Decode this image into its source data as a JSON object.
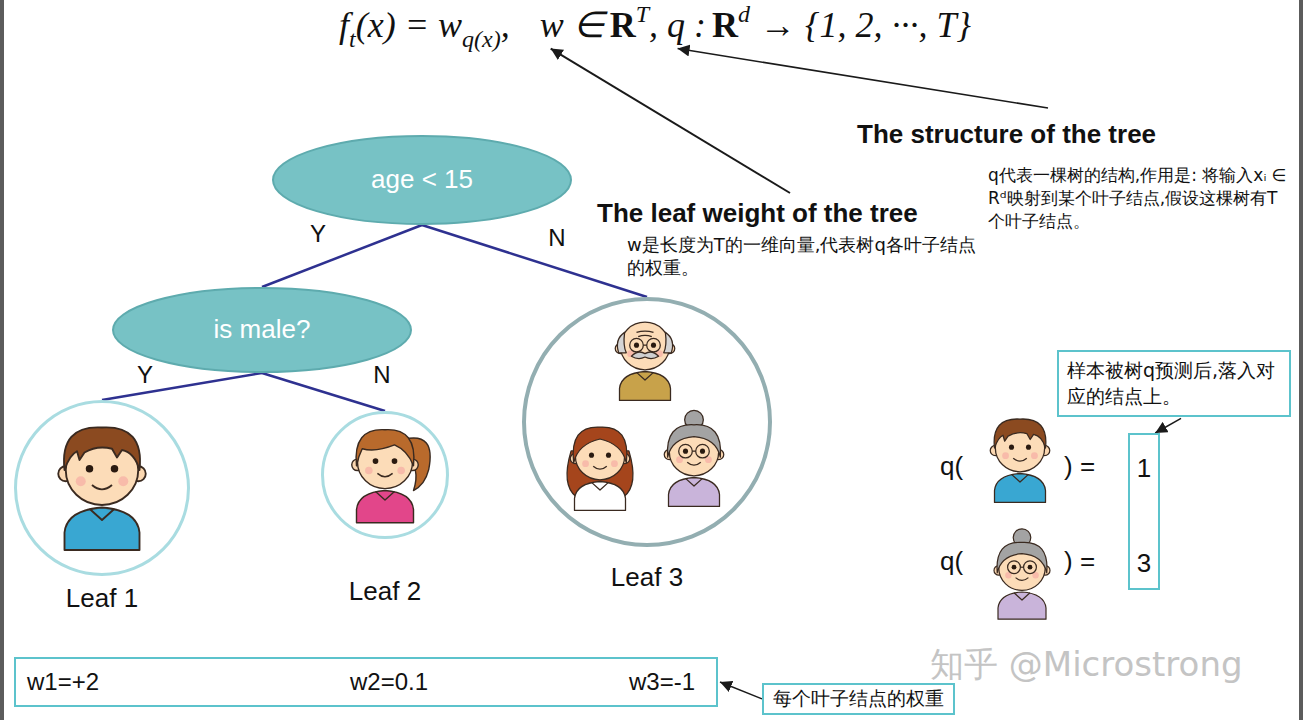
{
  "diagram": {
    "nodes": [
      {
        "text": [
          "age < 15"
        ]
      },
      {
        "text": [
          "is male?"
        ]
      },
      {
        "text": [
          "Leaf 1"
        ]
      },
      {
        "text": [
          "Leaf 2"
        ]
      },
      {
        "text": [
          "Leaf 3"
        ]
      },
      {
        "text": [
          "w1=+2",
          "w2=0.1",
          "w3=-1"
        ]
      },
      {
        "text": [
          "每个叶子结点的权重"
        ]
      },
      {
        "text": [
          "样本被树q预测后,落入对应的结点上。"
        ]
      },
      {
        "text": [
          "1",
          "3"
        ]
      }
    ],
    "edges": [
      {
        "from": 0,
        "to": 1,
        "arrow": "none",
        "label": "Y"
      },
      {
        "from": 0,
        "to": 4,
        "arrow": "none",
        "label": "N"
      },
      {
        "from": 1,
        "to": 2,
        "arrow": "none",
        "label": "Y"
      },
      {
        "from": 1,
        "to": 3,
        "arrow": "none",
        "label": "N"
      },
      {
        "from": 6,
        "to": 5,
        "arrow": "to"
      },
      {
        "from": 7,
        "to": 8,
        "arrow": "to"
      }
    ],
    "labels": [
      "f",
      "t",
      "(x) = w",
      "q(x)",
      ",",
      "w ∈",
      "R",
      "T",
      ", q :",
      "R",
      "d",
      "→ {1, 2, ···, T}",
      "The structure of the tree",
      "q代表一棵树的结构,作用是: 将输入xᵢ ∈ Rᵈ映射到某个叶子结点,假设这棵树有T个叶子结点。",
      "The leaf weight of the tree",
      "w是长度为T的一维向量,代表树q各叶子结点的权重。",
      "q(",
      ") =",
      "q(",
      ") =",
      "知乎 @Microstrong"
    ]
  }
}
